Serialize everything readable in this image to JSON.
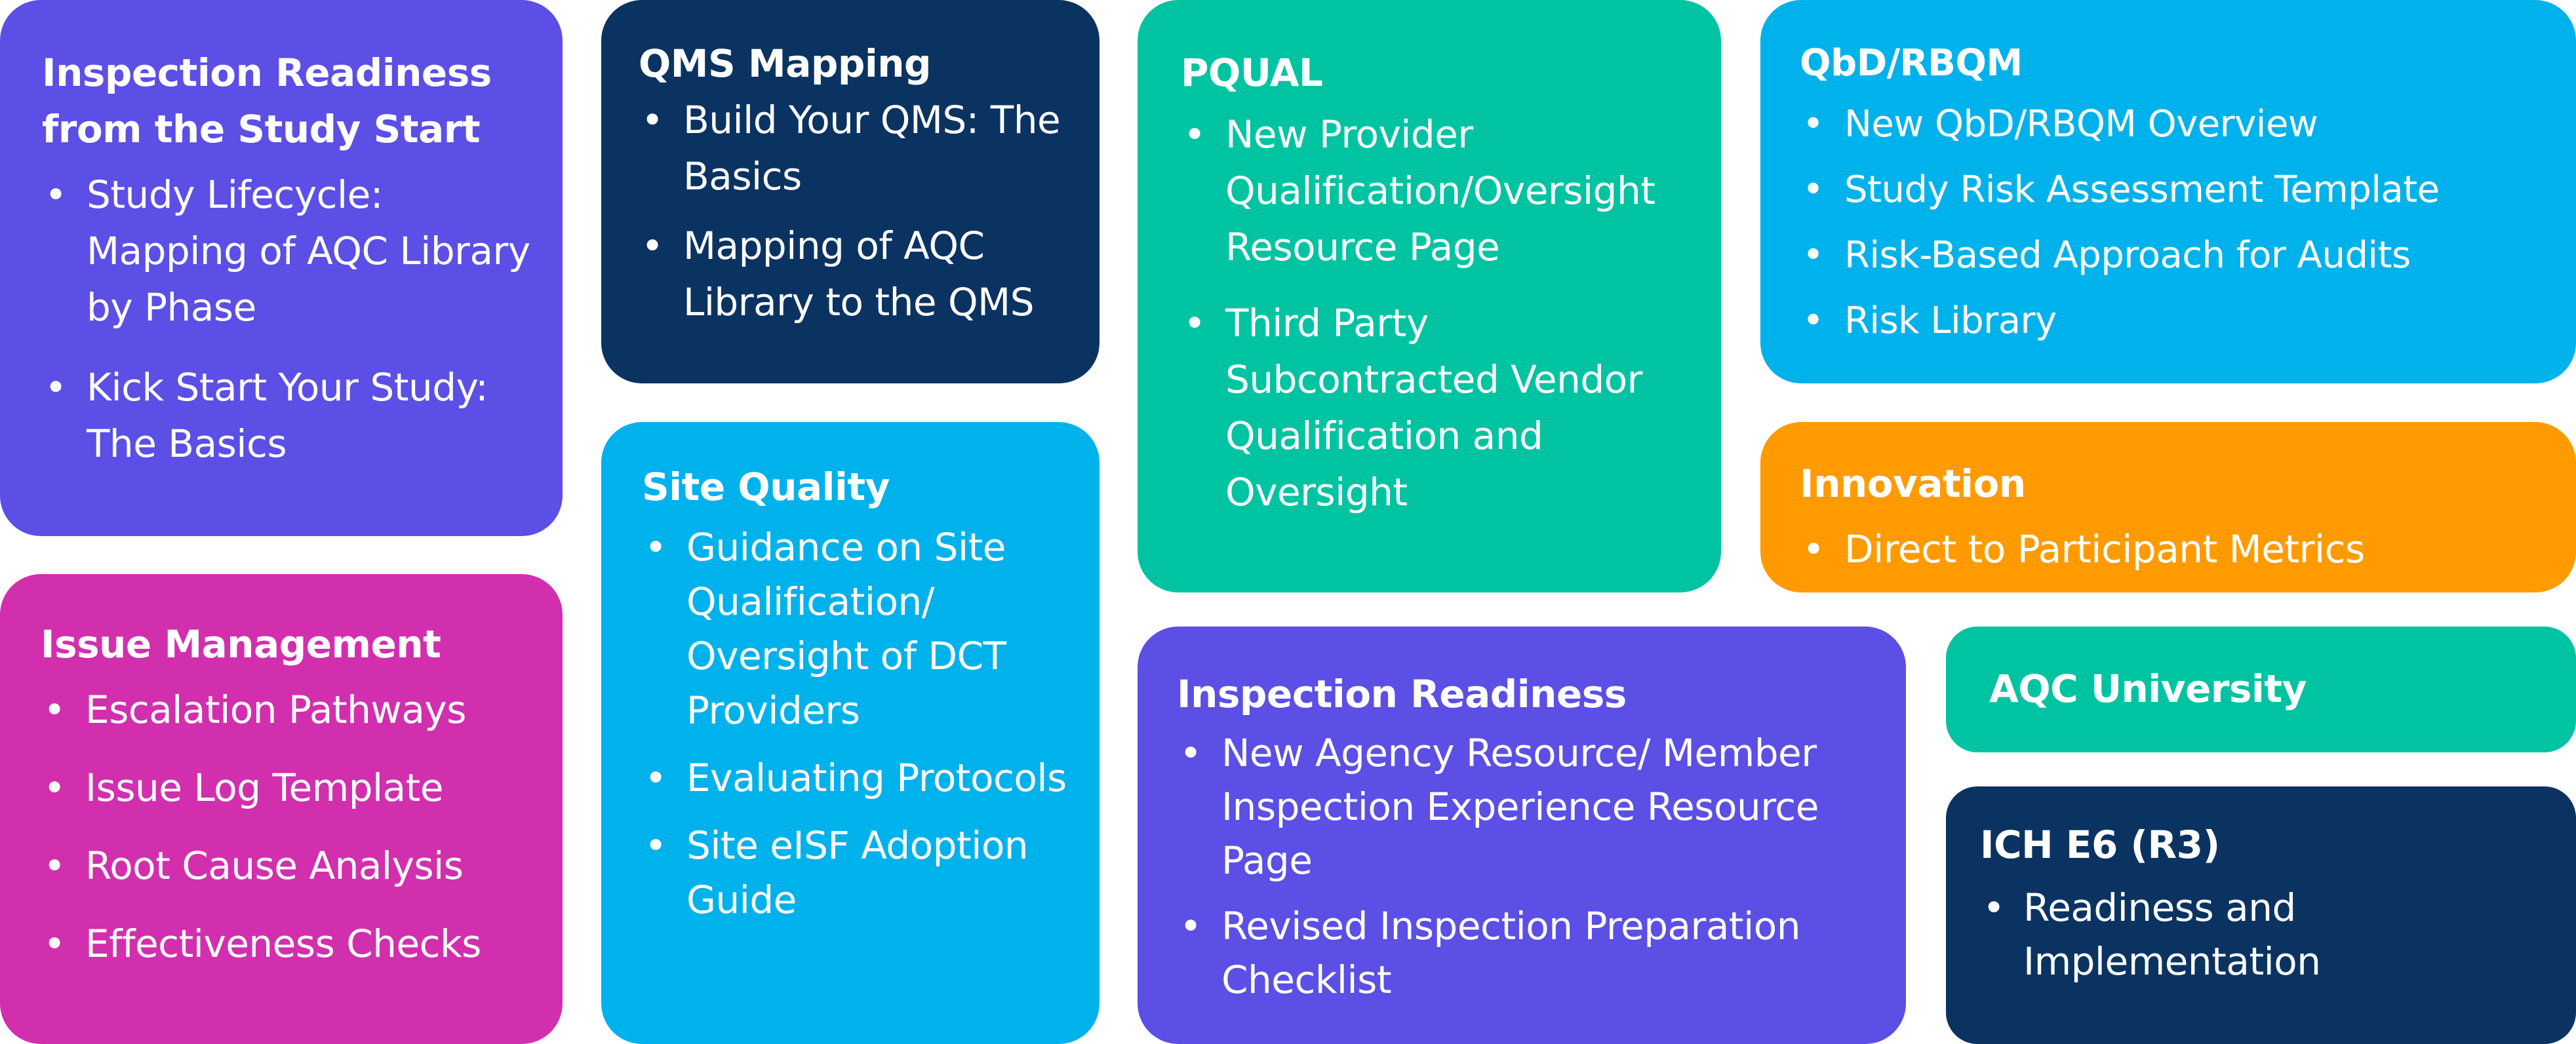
{
  "colors": {
    "purple": "#5B4FE6",
    "navy": "#0B3362",
    "teal": "#00C4A1",
    "sky": "#00B2EC",
    "magenta": "#D22FAE",
    "orange": "#FF9B00"
  },
  "cards": {
    "inspection_readiness_study_start": {
      "title": "Inspection Readiness from the Study Start",
      "items": [
        "Study Lifecycle: Mapping of AQC Library by Phase",
        "Kick Start Your Study: The Basics"
      ]
    },
    "qms_mapping": {
      "title": "QMS Mapping",
      "items": [
        "Build Your QMS: The Basics",
        "Mapping of AQC Library to the QMS"
      ]
    },
    "pqual": {
      "title": "PQUAL",
      "items": [
        "New Provider Qualification/Oversight Resource Page",
        "Third Party Subcontracted Vendor Qualification and Oversight"
      ]
    },
    "qbd_rbqm": {
      "title": "QbD/RBQM",
      "items": [
        "New QbD/RBQM Overview",
        "Study Risk Assessment Template",
        "Risk-Based Approach for Audits",
        "Risk Library"
      ]
    },
    "site_quality": {
      "title": "Site Quality",
      "items": [
        "Guidance on Site Qualification/ Oversight of DCT Providers",
        "Evaluating Protocols",
        "Site eISF Adoption Guide"
      ]
    },
    "innovation": {
      "title": "Innovation",
      "items": [
        "Direct to Participant Metrics"
      ]
    },
    "issue_management": {
      "title": "Issue Management",
      "items": [
        "Escalation Pathways",
        "Issue Log Template",
        "Root Cause Analysis",
        "Effectiveness Checks"
      ]
    },
    "inspection_readiness": {
      "title": "Inspection Readiness",
      "items": [
        "New Agency Resource/ Member Inspection Experience Resource Page",
        "Revised Inspection Preparation Checklist"
      ]
    },
    "aqc_university": {
      "title": "AQC University"
    },
    "ich_e6": {
      "title": "ICH E6 (R3)",
      "items": [
        "Readiness and Implementation"
      ]
    },
    "bullet_glyph": "•"
  }
}
